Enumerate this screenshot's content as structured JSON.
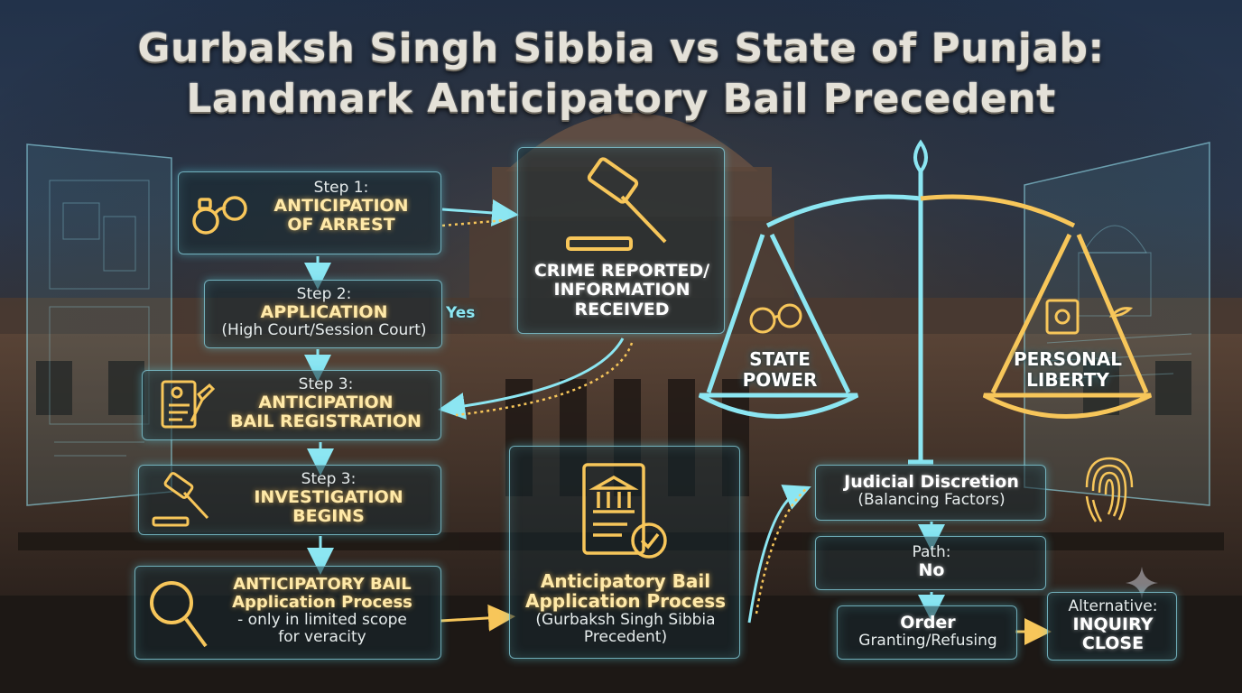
{
  "title": {
    "line1": "Gurbaksh Singh Sibbia vs State of Punjab:",
    "line2": "Landmark Anticipatory Bail Precedent"
  },
  "steps": {
    "s1": {
      "label": "Step 1:",
      "title1": "ANTICIPATION",
      "title2": "OF ARREST",
      "icon": "handcuffs-icon"
    },
    "s2": {
      "label": "Step 2:",
      "title": "APPLICATION",
      "sub": "(High Court/Session Court)"
    },
    "s3": {
      "label": "Step 3:",
      "title1": "ANTICIPATION",
      "title2": "BAIL REGISTRATION",
      "icon": "document-pen-icon"
    },
    "s4": {
      "label": "Step 3:",
      "title1": "INVESTIGATION",
      "title2": "BEGINS",
      "icon": "gavel-icon"
    },
    "s5": {
      "title1": "ANTICIPATORY BAIL",
      "title2": "Application Process",
      "sub1": "- only in limited scope",
      "sub2": "for veracity",
      "icon": "magnifier-icon"
    }
  },
  "yes_label": "Yes",
  "crime": {
    "line1": "CRIME REPORTED/",
    "line2": "INFORMATION",
    "line3": "RECEIVED",
    "icon": "gavel-icon"
  },
  "center": {
    "title1": "Anticipatory Bail",
    "title2": "Application Process",
    "sub1": "(Gurbaksh Singh Sibbia",
    "sub2": "Precedent)",
    "icon": "court-document-check-icon"
  },
  "scale": {
    "left1": "STATE",
    "left2": "POWER",
    "right1": "PERSONAL",
    "right2": "LIBERTY",
    "icon": "scales-of-justice-icon"
  },
  "judicial": {
    "title": "Judicial Discretion",
    "sub": "(Balancing Factors)"
  },
  "path": {
    "label": "Path:",
    "value": "No"
  },
  "order": {
    "title": "Order",
    "sub": "Granting/Refusing"
  },
  "alternative": {
    "label": "Alternative:",
    "value1": "INQUIRY",
    "value2": "CLOSE"
  },
  "colors": {
    "cyan": "#7fe6f2",
    "gold": "#f7c65a",
    "box_border": "#8cdceb"
  }
}
